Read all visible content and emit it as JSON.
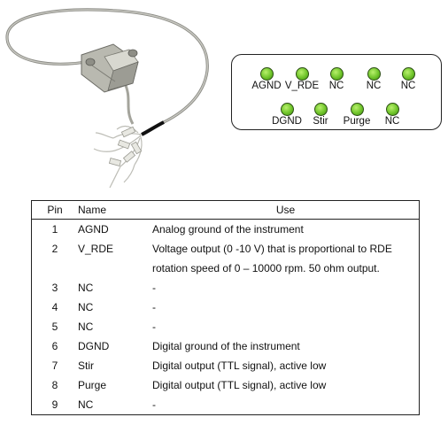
{
  "connector": {
    "row1": [
      "AGND",
      "V_RDE",
      "NC",
      "NC",
      "NC"
    ],
    "row2": [
      "DGND",
      "Stir",
      "Purge",
      "NC"
    ]
  },
  "table": {
    "headers": {
      "pin": "Pin",
      "name": "Name",
      "use": "Use"
    },
    "rows": [
      {
        "pin": "1",
        "name": "AGND",
        "use": "Analog ground of the instrument"
      },
      {
        "pin": "2",
        "name": "V_RDE",
        "use": "Voltage output (0 -10 V) that is proportional to RDE"
      },
      {
        "pin": "",
        "name": "",
        "use": "rotation speed of 0 – 10000 rpm. 50 ohm output."
      },
      {
        "pin": "3",
        "name": "NC",
        "use": "-"
      },
      {
        "pin": "4",
        "name": "NC",
        "use": "-"
      },
      {
        "pin": "5",
        "name": "NC",
        "use": "-"
      },
      {
        "pin": "6",
        "name": "DGND",
        "use": "Digital ground of the instrument"
      },
      {
        "pin": "7",
        "name": "Stir",
        "use": "Digital output (TTL signal), active low"
      },
      {
        "pin": "8",
        "name": "Purge",
        "use": "Digital output (TTL signal), active low"
      },
      {
        "pin": "9",
        "name": "NC",
        "use": "-"
      }
    ]
  }
}
